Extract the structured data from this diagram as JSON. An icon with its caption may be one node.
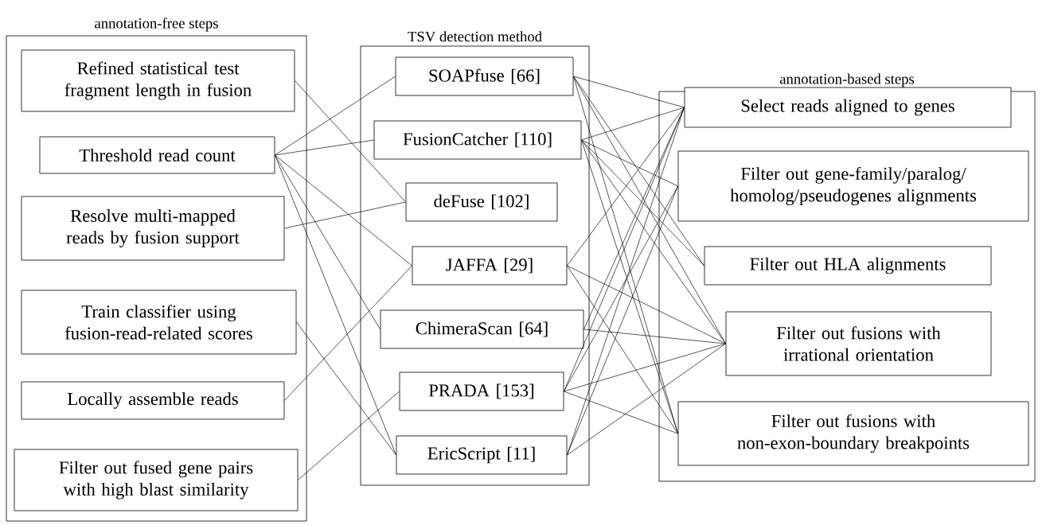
{
  "diagram": {
    "nodes": [
      {
        "text": [
          "annotation-free steps"
        ]
      },
      {
        "text": [
          "Refined statistical test fragment length in fusion"
        ],
        "in": 0
      },
      {
        "text": [
          "Threshold read count"
        ],
        "in": 0
      },
      {
        "text": [
          "Resolve multi-mapped reads by fusion support"
        ],
        "in": 0
      },
      {
        "text": [
          "Train classifier using fusion-read-related scores"
        ],
        "in": 0
      },
      {
        "text": [
          "Locally assemble reads"
        ],
        "in": 0
      },
      {
        "text": [
          "Filter out fused gene pairs with high blast similarity"
        ],
        "in": 0
      },
      {
        "text": [
          "TSV detection method"
        ]
      },
      {
        "text": [
          "SOAPfuse [66]"
        ],
        "in": 7
      },
      {
        "text": [
          "FusionCatcher [110]"
        ],
        "in": 7
      },
      {
        "text": [
          "deFuse [102]"
        ],
        "in": 7
      },
      {
        "text": [
          "JAFFA [29]"
        ],
        "in": 7
      },
      {
        "text": [
          "ChimeraScan [64]"
        ],
        "in": 7
      },
      {
        "text": [
          "PRADA [153]"
        ],
        "in": 7
      },
      {
        "text": [
          "EricScript [11]"
        ],
        "in": 7
      },
      {
        "text": [
          "annotation-based steps"
        ]
      },
      {
        "text": [
          "Select reads aligned to genes"
        ],
        "in": 15
      },
      {
        "text": [
          "Filter out gene-family/paralog/ homolog/pseudogenes alignments"
        ],
        "in": 15
      },
      {
        "text": [
          "Filter out HLA alignments"
        ],
        "in": 15
      },
      {
        "text": [
          "Filter out fusions with irrational orientation"
        ],
        "in": 15
      },
      {
        "text": [
          "Filter out fusions with non-exon-boundary breakpoints"
        ],
        "in": 15
      }
    ],
    "edges": [
      {
        "from": 1,
        "to": 10,
        "arrow": "none"
      },
      {
        "from": 2,
        "to": 8,
        "arrow": "none"
      },
      {
        "from": 2,
        "to": 9,
        "arrow": "none"
      },
      {
        "from": 2,
        "to": 11,
        "arrow": "none"
      },
      {
        "from": 2,
        "to": 12,
        "arrow": "none"
      },
      {
        "from": 2,
        "to": 14,
        "arrow": "none"
      },
      {
        "from": 3,
        "to": 10,
        "arrow": "none"
      },
      {
        "from": 4,
        "to": 14,
        "arrow": "none"
      },
      {
        "from": 5,
        "to": 11,
        "arrow": "none"
      },
      {
        "from": 6,
        "to": 13,
        "arrow": "none"
      },
      {
        "from": 8,
        "to": 16,
        "arrow": "none"
      },
      {
        "from": 8,
        "to": 18,
        "arrow": "none"
      },
      {
        "from": 8,
        "to": 19,
        "arrow": "none"
      },
      {
        "from": 8,
        "to": 20,
        "arrow": "none"
      },
      {
        "from": 9,
        "to": 16,
        "arrow": "none"
      },
      {
        "from": 9,
        "to": 17,
        "arrow": "none"
      },
      {
        "from": 9,
        "to": 18,
        "arrow": "none"
      },
      {
        "from": 9,
        "to": 19,
        "arrow": "none"
      },
      {
        "from": 9,
        "to": 20,
        "arrow": "none"
      },
      {
        "from": 11,
        "to": 16,
        "arrow": "none"
      },
      {
        "from": 11,
        "to": 19,
        "arrow": "none"
      },
      {
        "from": 11,
        "to": 20,
        "arrow": "none"
      },
      {
        "from": 12,
        "to": 16,
        "arrow": "none"
      },
      {
        "from": 12,
        "to": 19,
        "arrow": "none"
      },
      {
        "from": 13,
        "to": 16,
        "arrow": "none"
      },
      {
        "from": 13,
        "to": 17,
        "arrow": "none"
      },
      {
        "from": 13,
        "to": 19,
        "arrow": "none"
      },
      {
        "from": 13,
        "to": 20,
        "arrow": "none"
      },
      {
        "from": 14,
        "to": 16,
        "arrow": "none"
      },
      {
        "from": 14,
        "to": 17,
        "arrow": "none"
      },
      {
        "from": 14,
        "to": 19,
        "arrow": "none"
      }
    ]
  }
}
